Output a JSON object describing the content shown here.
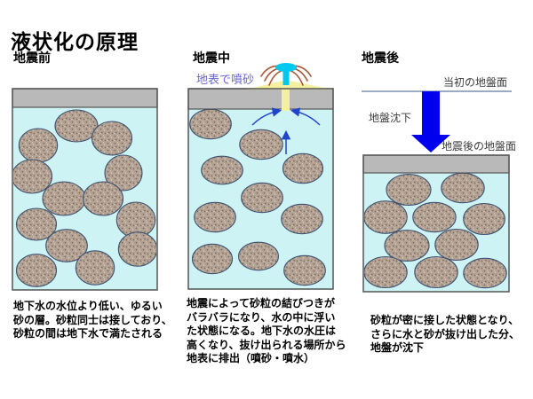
{
  "title": "液状化の原理",
  "colors": {
    "water": "#cdf3f5",
    "ground": "#b9b9b9",
    "ground-border": "#555555",
    "particle": "#b3a294",
    "particle-outline": "#3f5271",
    "speckle-dark": "#6f6355",
    "speckle-light": "#dcd3c6",
    "subsidence-arrow": "#0000ee",
    "flow-blue": "#2244cc",
    "jet-cyan": "#00c8f0",
    "spray-brown": "#a85533",
    "sand-yellow": "#f3f0a0",
    "spout-label": "#6a66cf",
    "annotation-text": "#3b3b3b",
    "surface-line": "#7b8dad",
    "text": "#000000"
  },
  "panels": {
    "before": {
      "label": "地震前",
      "caption": "地下水の水位より低い、ゆるい\n砂の層。砂粒同士は接しており、\n砂粒の間は地下水で満たされる"
    },
    "during": {
      "label": "地震中",
      "spout_label": "地表で噴砂",
      "caption": "地震によって砂粒の結びつきが\nバラバラになり、水の中に浮い\nた状態になる。地下水の水圧は\n高くなり、抜け出られる場所から\n地表に排出（噴砂・噴水）"
    },
    "after": {
      "label": "地震後",
      "initial_surface_label": "当初の地盤面",
      "subsidence_label": "地盤沈下",
      "new_surface_label": "地震後の地盤面",
      "caption": "砂粒が密に接した状態となり、\nさらに水と砂が抜け出した分、\n地盤が沈下"
    }
  }
}
